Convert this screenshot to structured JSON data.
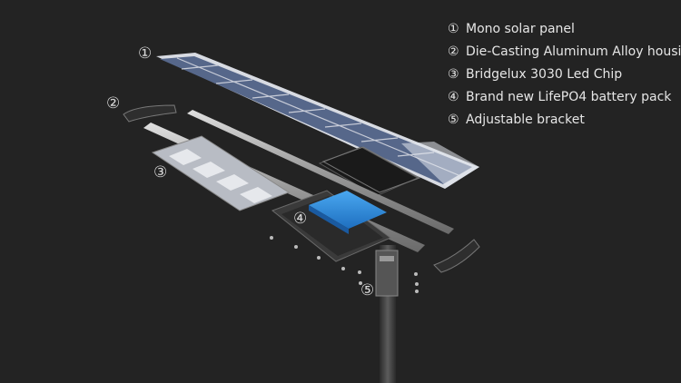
{
  "legend": [
    {
      "marker": "①",
      "label": "Mono solar panel"
    },
    {
      "marker": "②",
      "label": "Die-Casting Aluminum Alloy housing"
    },
    {
      "marker": "③",
      "label": "Bridgelux 3030 Led Chip"
    },
    {
      "marker": "④",
      "label": "Brand new LifePO4 battery pack"
    },
    {
      "marker": "⑤",
      "label": "Adjustable bracket"
    }
  ],
  "callouts": [
    "①",
    "②",
    "③",
    "④",
    "⑤"
  ],
  "colors": {
    "background": "#232323",
    "text": "#e6e6e6",
    "battery": "#2f8fe0",
    "solar_cell": "#5a6a88",
    "housing": "#4a4a4a",
    "metal": "#b8b8b8"
  }
}
